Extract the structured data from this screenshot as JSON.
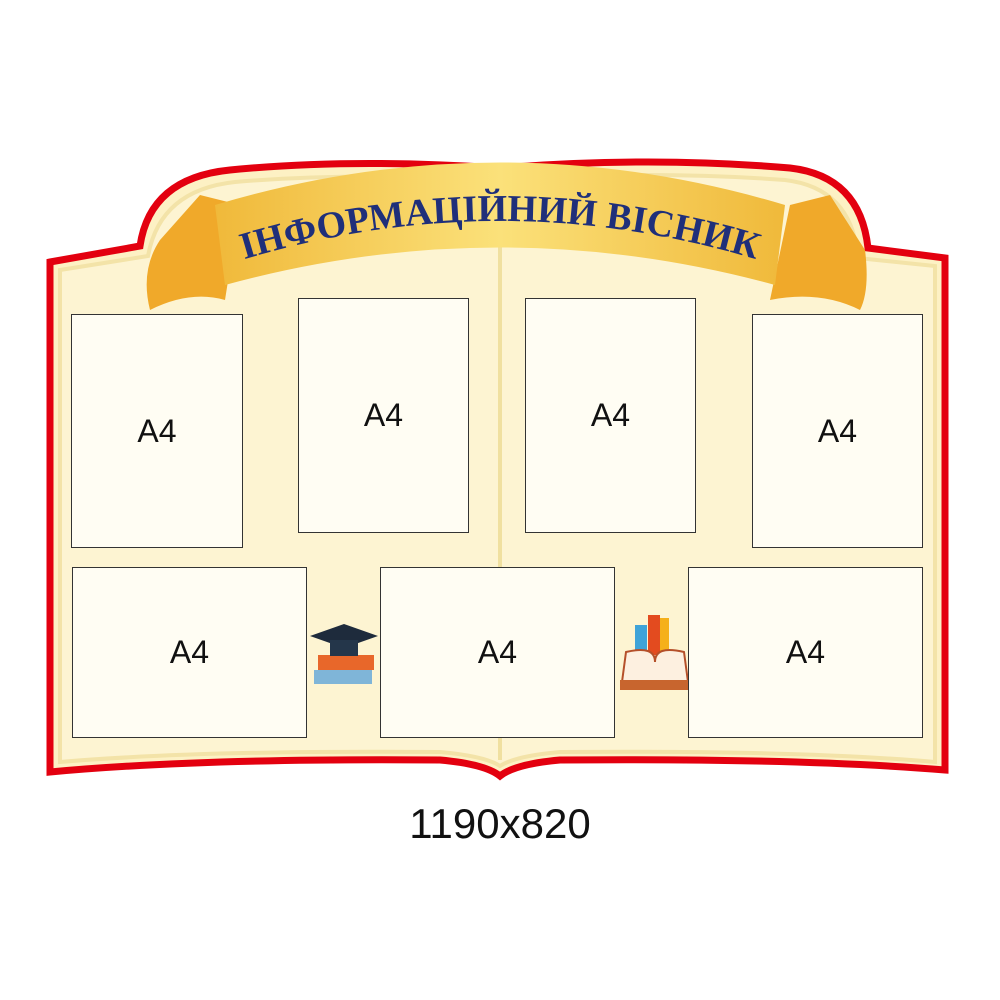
{
  "title": "ІНФОРМАЦІЙНИЙ ВІСНИК",
  "pockets": [
    {
      "label": "A4"
    },
    {
      "label": "A4"
    },
    {
      "label": "A4"
    },
    {
      "label": "A4"
    },
    {
      "label": "A4"
    },
    {
      "label": "A4"
    },
    {
      "label": "A4"
    }
  ],
  "dimensions": "1190x820",
  "colors": {
    "border": "#e3000f",
    "background": "#fdf1c4",
    "ribbon": "#f5c84a",
    "title_text": "#1f2f7a"
  },
  "icons": [
    "graduation-cap-books-icon",
    "open-book-icon"
  ]
}
